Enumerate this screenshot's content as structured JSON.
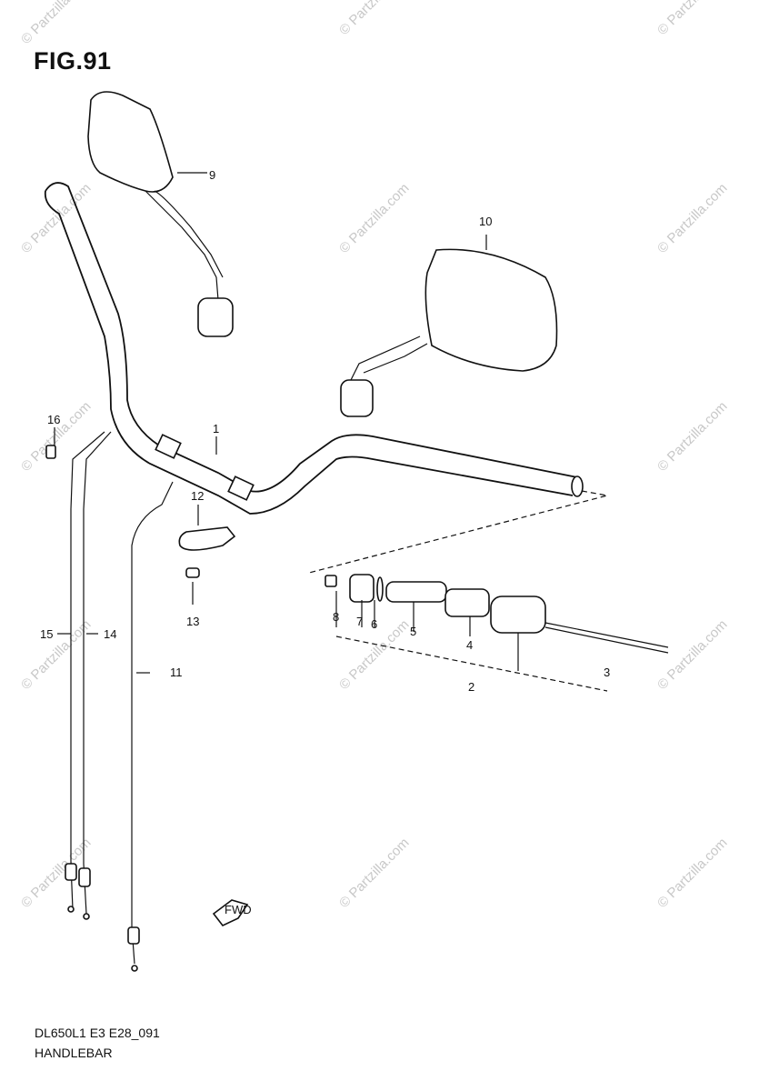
{
  "figure": {
    "title": "FIG.91",
    "model_code": "DL650L1 E3 E28_091",
    "section_name": "HANDLEBAR"
  },
  "watermark": "© Partzilla.com",
  "callouts": [
    {
      "id": "1",
      "label": "1"
    },
    {
      "id": "2",
      "label": "2"
    },
    {
      "id": "3",
      "label": "3"
    },
    {
      "id": "4",
      "label": "4"
    },
    {
      "id": "5",
      "label": "5"
    },
    {
      "id": "6",
      "label": "6"
    },
    {
      "id": "7",
      "label": "7"
    },
    {
      "id": "8",
      "label": "8"
    },
    {
      "id": "9",
      "label": "9"
    },
    {
      "id": "10",
      "label": "10"
    },
    {
      "id": "11",
      "label": "11"
    },
    {
      "id": "12",
      "label": "12"
    },
    {
      "id": "13",
      "label": "13"
    },
    {
      "id": "14",
      "label": "14"
    },
    {
      "id": "15",
      "label": "15"
    },
    {
      "id": "16",
      "label": "16"
    }
  ],
  "direction_marker": "FWD"
}
